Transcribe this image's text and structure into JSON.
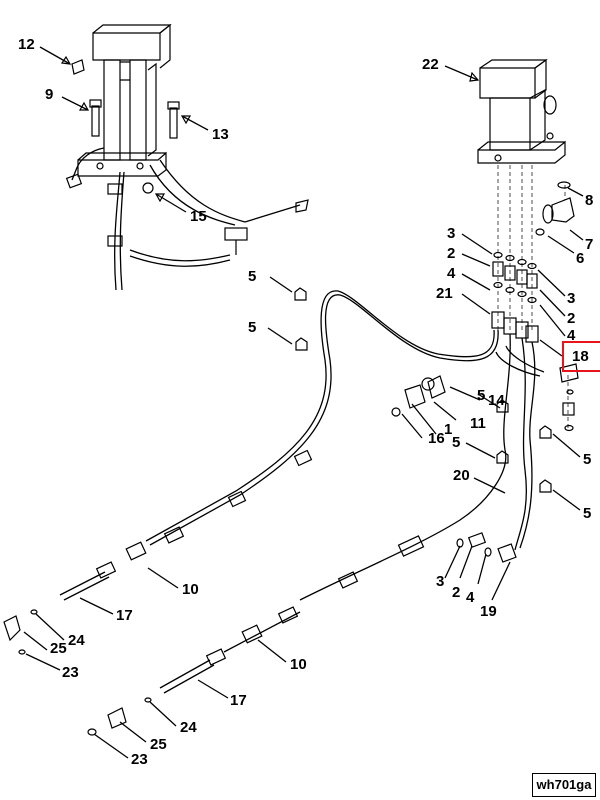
{
  "figure_id": "wh701ga",
  "highlighted_callout": "18",
  "callouts": [
    {
      "key": "c12",
      "label": "12"
    },
    {
      "key": "c9",
      "label": "9"
    },
    {
      "key": "c13",
      "label": "13"
    },
    {
      "key": "c15",
      "label": "15"
    },
    {
      "key": "c22",
      "label": "22"
    },
    {
      "key": "c8",
      "label": "8"
    },
    {
      "key": "c7",
      "label": "7"
    },
    {
      "key": "c6",
      "label": "6"
    },
    {
      "key": "c3a",
      "label": "3"
    },
    {
      "key": "c2a",
      "label": "2"
    },
    {
      "key": "c4a",
      "label": "4"
    },
    {
      "key": "c21",
      "label": "21"
    },
    {
      "key": "c3b",
      "label": "3"
    },
    {
      "key": "c2b",
      "label": "2"
    },
    {
      "key": "c4b",
      "label": "4"
    },
    {
      "key": "c18",
      "label": "18"
    },
    {
      "key": "c5a",
      "label": "5"
    },
    {
      "key": "c5b",
      "label": "5"
    },
    {
      "key": "c14",
      "label": "14"
    },
    {
      "key": "c5c",
      "label": "5"
    },
    {
      "key": "c11",
      "label": "11"
    },
    {
      "key": "c1",
      "label": "1"
    },
    {
      "key": "c16",
      "label": "16"
    },
    {
      "key": "c5d",
      "label": "5"
    },
    {
      "key": "c5e",
      "label": "5"
    },
    {
      "key": "c5f",
      "label": "5"
    },
    {
      "key": "c20",
      "label": "20"
    },
    {
      "key": "c10a",
      "label": "10"
    },
    {
      "key": "c17a",
      "label": "17"
    },
    {
      "key": "c24a",
      "label": "24"
    },
    {
      "key": "c25a",
      "label": "25"
    },
    {
      "key": "c23a",
      "label": "23"
    },
    {
      "key": "c3c",
      "label": "3"
    },
    {
      "key": "c2c",
      "label": "2"
    },
    {
      "key": "c4c",
      "label": "4"
    },
    {
      "key": "c19",
      "label": "19"
    },
    {
      "key": "c10b",
      "label": "10"
    },
    {
      "key": "c17b",
      "label": "17"
    },
    {
      "key": "c24b",
      "label": "24"
    },
    {
      "key": "c25b",
      "label": "25"
    },
    {
      "key": "c23b",
      "label": "23"
    }
  ]
}
